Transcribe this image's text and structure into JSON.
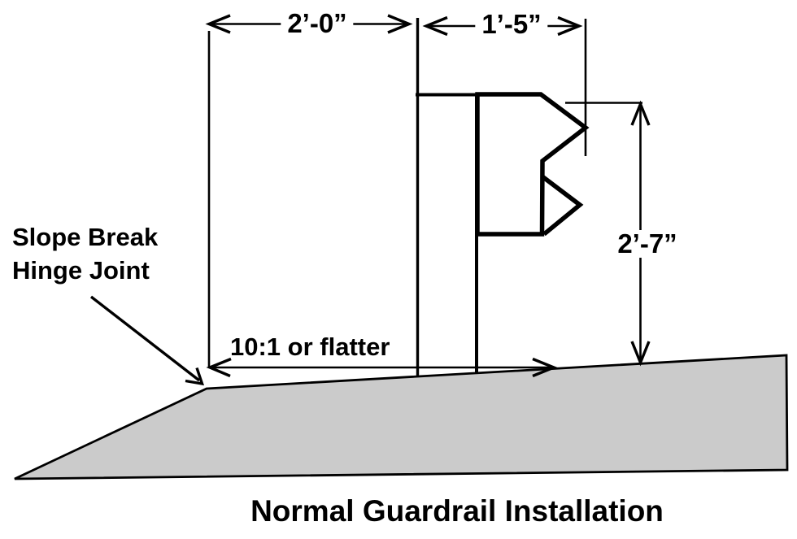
{
  "title": "Normal Guardrail Installation",
  "dimensions": {
    "offset_to_post": "2’-0”",
    "rail_depth": "1’-5”",
    "rail_height": "2’-7”"
  },
  "annotations": {
    "slope_break_line1": "Slope Break",
    "slope_break_line2": "Hinge Joint",
    "slope_ratio": "10:1 or flatter"
  },
  "icons": {
    "arrowhead_style": "open-v-arrowhead",
    "leader_style": "diagonal-leader-arrow"
  },
  "colors": {
    "line": "#000000",
    "ground_fill": "#cbcbcb",
    "background": "#ffffff"
  }
}
